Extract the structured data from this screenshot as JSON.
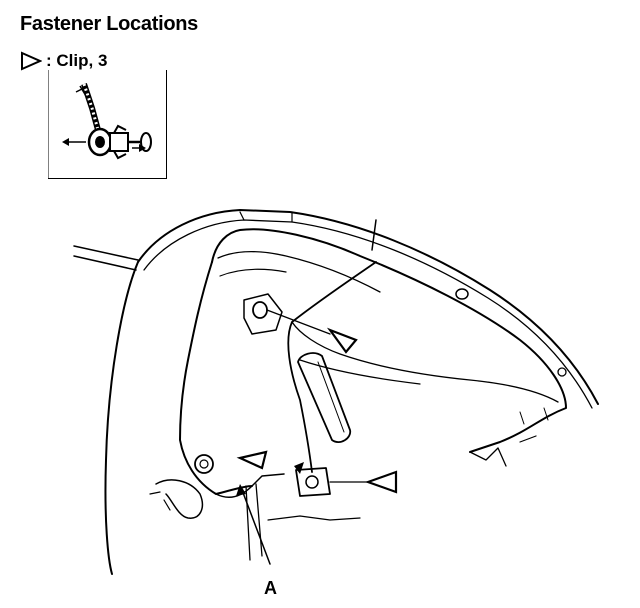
{
  "title": "Fastener Locations",
  "legend": {
    "symbol": "triangle-marker-icon",
    "text": ": Clip, 3"
  },
  "callout_a": "A"
}
